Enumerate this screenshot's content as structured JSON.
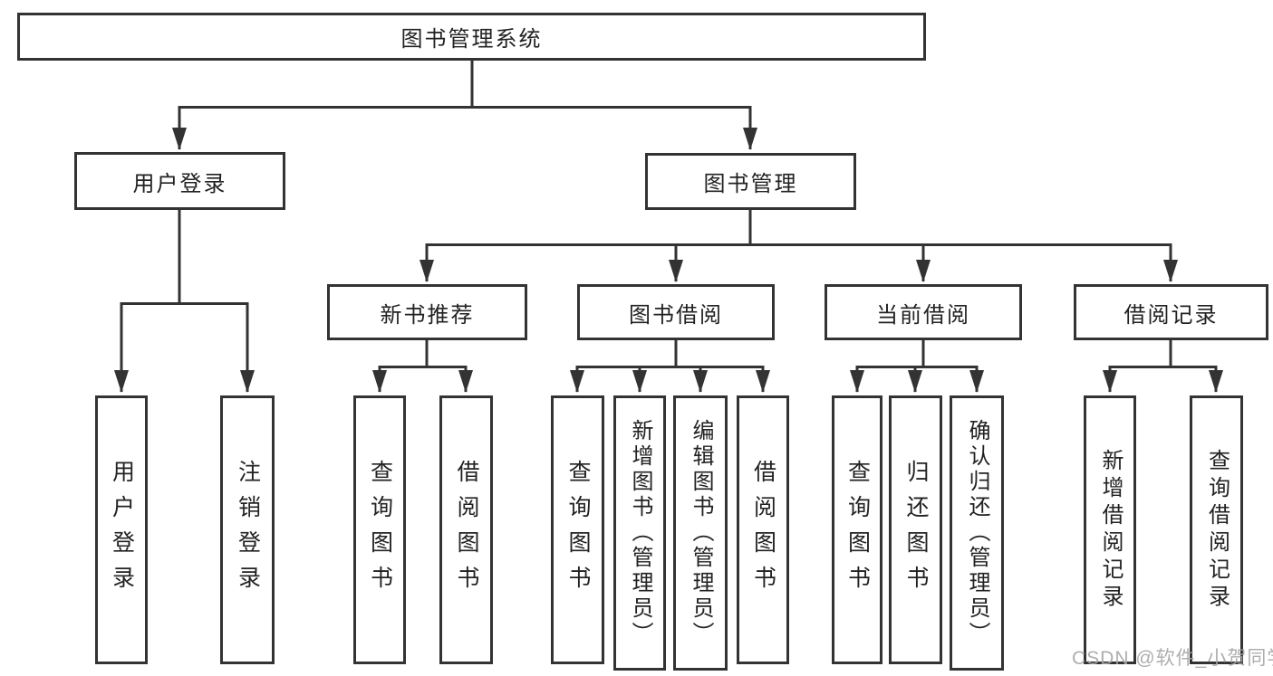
{
  "colors": {
    "line": "#333333",
    "box_border": "#333333",
    "box_background": "#ffffff",
    "text": "#222222",
    "watermark_text": "#a5a5a5",
    "page_background": "#ffffff"
  },
  "diagram": {
    "root": {
      "label": "图书管理系统"
    },
    "level1": [
      {
        "label": "用户登录"
      },
      {
        "label": "图书管理"
      }
    ],
    "level2": [
      {
        "label": "新书推荐"
      },
      {
        "label": "图书借阅"
      },
      {
        "label": "当前借阅"
      },
      {
        "label": "借阅记录"
      }
    ],
    "leaves": [
      {
        "label": "用户登录"
      },
      {
        "label": "注销登录"
      },
      {
        "label": "查询图书"
      },
      {
        "label": "借阅图书"
      },
      {
        "label": "查询图书"
      },
      {
        "label": "新增图书（管理员）"
      },
      {
        "label": "编辑图书（管理员）"
      },
      {
        "label": "借阅图书"
      },
      {
        "label": "查询图书"
      },
      {
        "label": "归还图书"
      },
      {
        "label": "确认归还（管理员）"
      },
      {
        "label": "新增借阅记录"
      },
      {
        "label": "查询借阅记录"
      }
    ]
  },
  "watermark": {
    "text": "CSDN @软件_小贺同学"
  }
}
